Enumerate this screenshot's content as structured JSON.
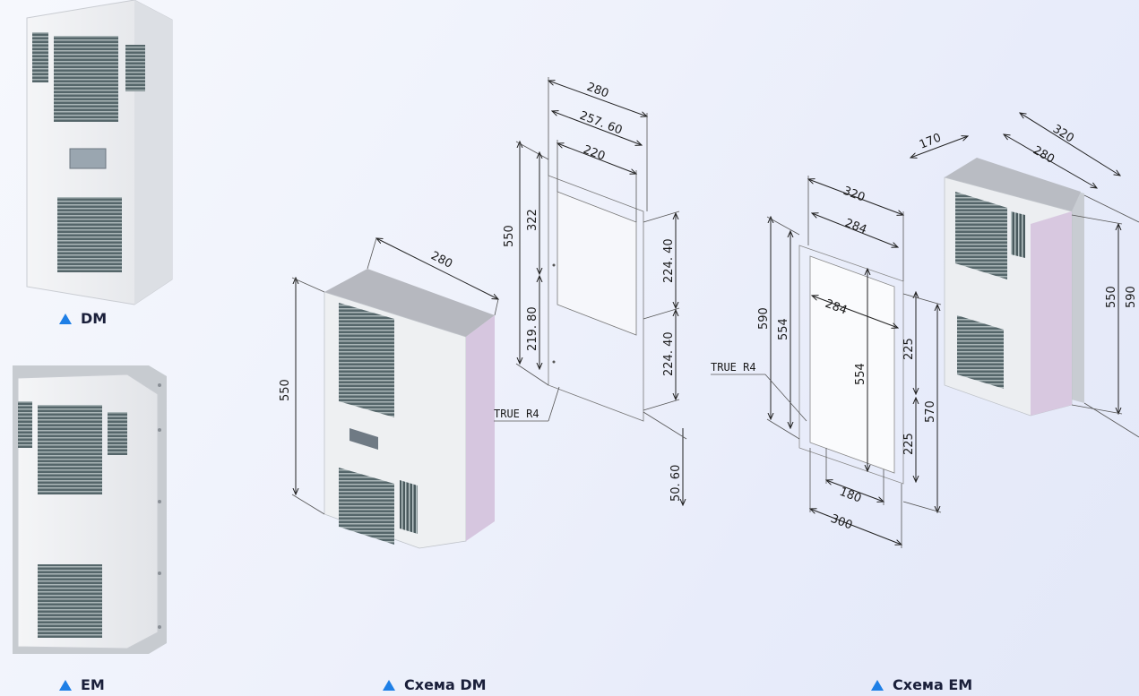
{
  "captions": {
    "dm": "DM",
    "em": "EM",
    "scheme_dm": "Схема DM",
    "scheme_em": "Схема EM"
  },
  "colors": {
    "accent_triangle": "#1e7fe6",
    "unit_body": "#e9ebee",
    "unit_side": "#d9c9e0",
    "louver": "#3d4a4e"
  },
  "dm_unit_dimensions": {
    "height": "550",
    "depth": "280"
  },
  "dm_cutout_dimensions": {
    "width_outer": "280",
    "width_mid": "257. 60",
    "width_inner": "220",
    "height_total": "550",
    "height_upper": "322",
    "height_lower": "219. 80",
    "right_upper": "224. 40",
    "right_lower": "224. 40",
    "right_bottom": "50. 60",
    "corner_label": "TRUE R4"
  },
  "em_cutout_dimensions": {
    "width_outer": "320",
    "width_mid": "284",
    "width_inner": "284",
    "height_outer": "590",
    "height_mid": "554",
    "height_inner": "554",
    "right_upper": "225",
    "right_lower": "225",
    "right_total": "570",
    "bottom_inner": "180",
    "bottom_outer": "300",
    "corner_label": "TRUE R4"
  },
  "em_unit_dimensions": {
    "depth": "170",
    "width_outer": "320",
    "width_inner": "280",
    "height_inner": "550",
    "height_outer": "590"
  }
}
